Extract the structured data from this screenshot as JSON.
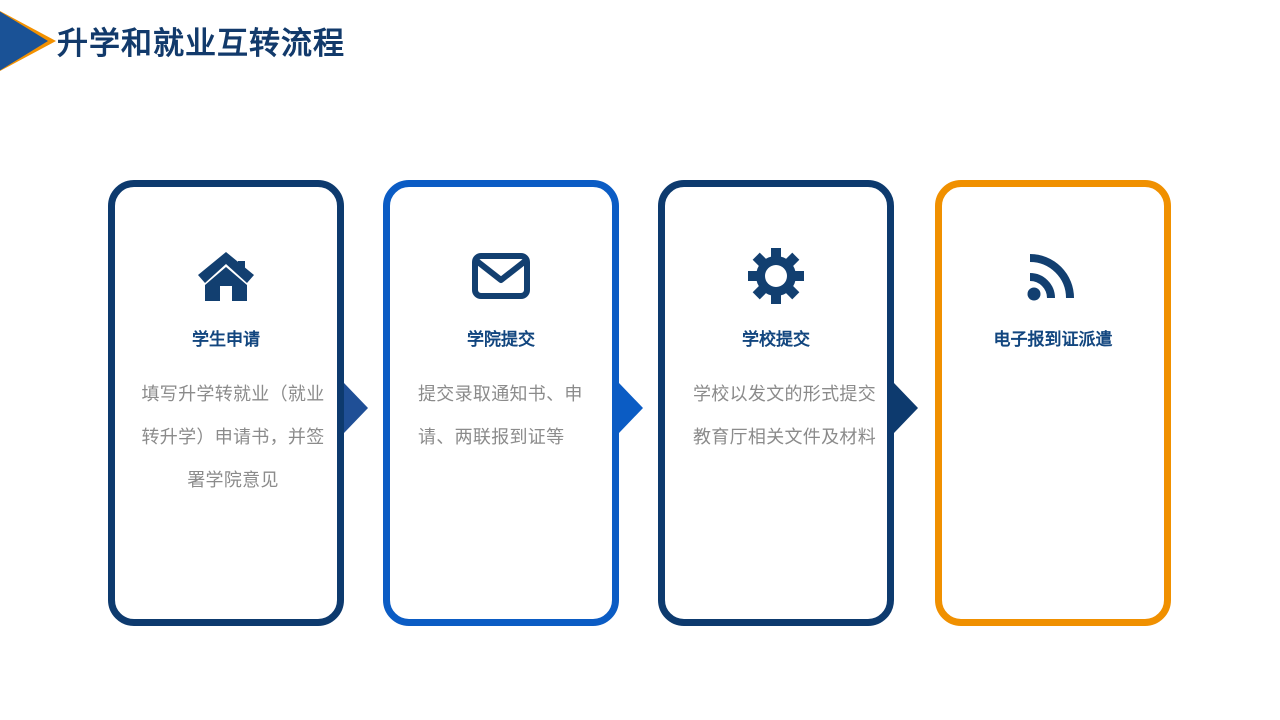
{
  "header": {
    "title": "升学和就业互转流程",
    "title_color": "#123a6b",
    "arrow_back_color": "#f39100",
    "arrow_front_color": "#1a5296"
  },
  "theme": {
    "navy": "#0d3a6e",
    "blue": "#0b5cc4",
    "orange": "#f09000",
    "icon_navy": "#123f70",
    "body_gray": "#8b8b8b",
    "title_blue": "#12467f"
  },
  "flow": {
    "cards": [
      {
        "title": "学生申请",
        "body": "填写升学转就业（就业转升学）申请书，并签署学院意见",
        "icon": "home-icon",
        "border_color": "#0d3a6e",
        "body_align": "center"
      },
      {
        "title": "学院提交",
        "body": "提交录取通知书、申请、两联报到证等",
        "icon": "envelope-icon",
        "border_color": "#0b5cc4",
        "body_align": "left"
      },
      {
        "title": "学校提交",
        "body": "学校以发文的形式提交教育厅相关文件及材料",
        "icon": "gear-icon",
        "border_color": "#0d3a6e",
        "body_align": "left"
      },
      {
        "title": "电子报到证派遣",
        "body": "",
        "icon": "rss-signal-icon",
        "border_color": "#f09000",
        "body_align": "center"
      }
    ],
    "connectors": [
      {
        "color": "#1f4f96"
      },
      {
        "color": "#0b5cc4"
      },
      {
        "color": "#0d3a6e"
      }
    ]
  }
}
